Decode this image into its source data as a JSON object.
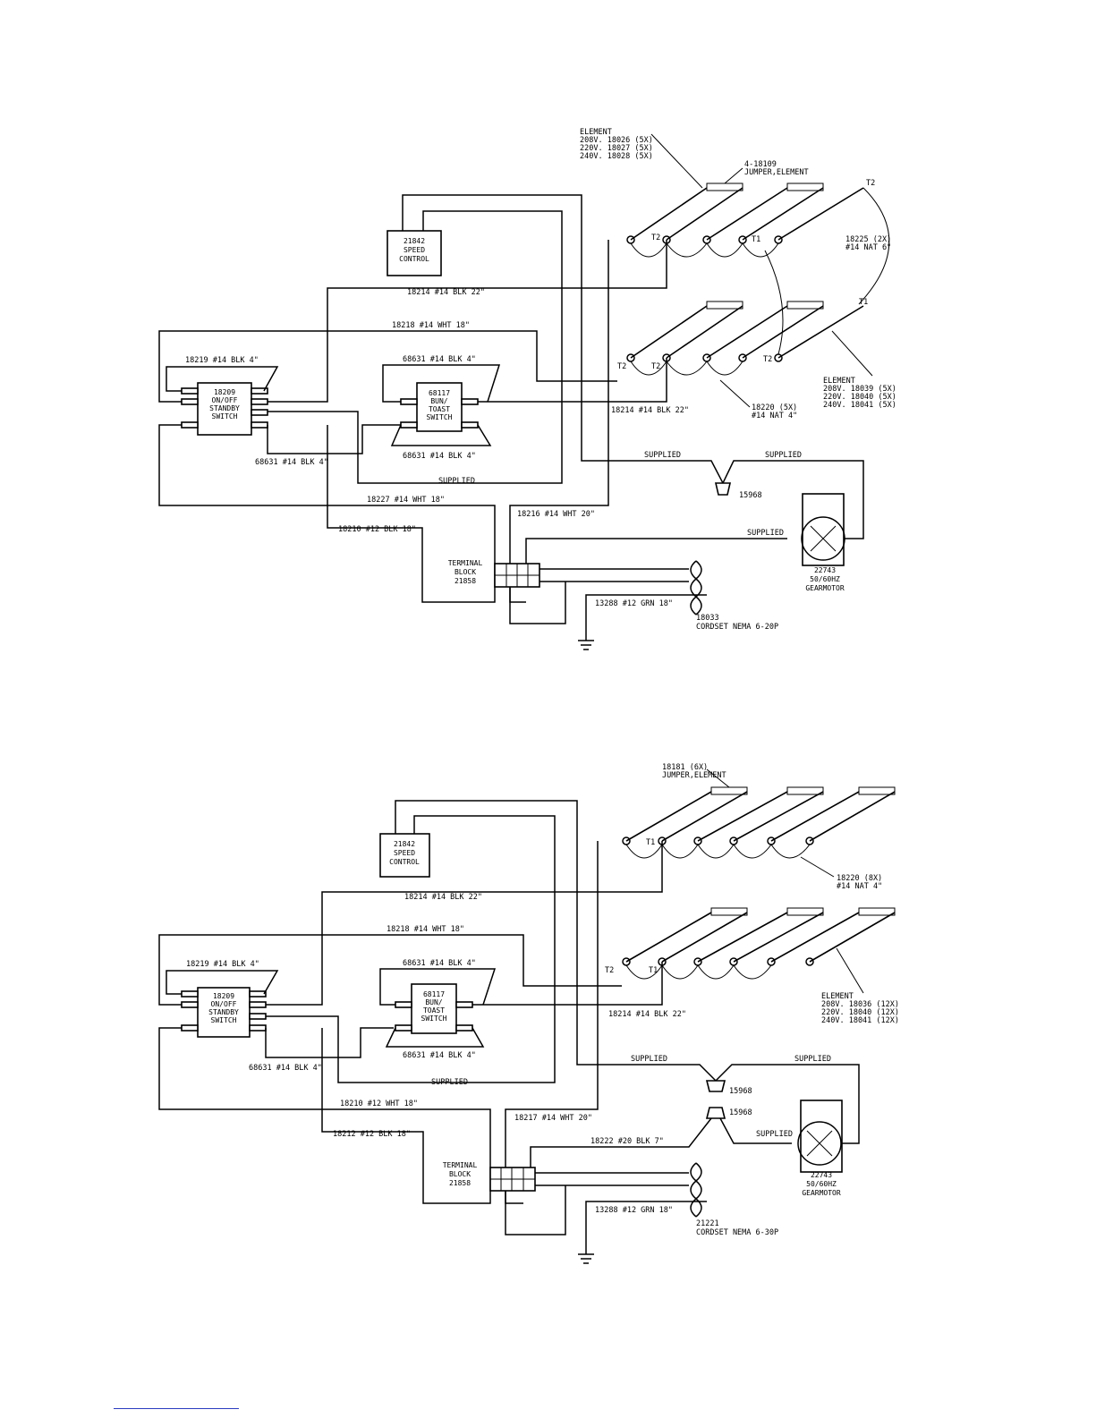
{
  "diagram_top": {
    "speed_control": "21842\nSPEED\nCONTROL",
    "onoff_switch": "18209\nON/OFF\nSTANDBY\nSWITCH",
    "bun_switch": "68117\nBUN/\nTOAST\nSWITCH",
    "terminal_block": "TERMINAL\nBLOCK\n21858",
    "gearmotor": "22743\n50/60HZ\nGEARMOTOR",
    "element_top": "ELEMENT\n208V. 18026 (5X)\n220V. 18027 (5X)\n240V. 18028 (5X)",
    "jumper": "4-18109\nJUMPER,ELEMENT",
    "wire_18225": "18225 (2X)\n#14 NAT 6\"",
    "element_bottom": "ELEMENT\n208V. 18039 (5X)\n220V. 18040 (5X)\n240V. 18041 (5X)",
    "wire_18220": "18220 (5X)\n#14 NAT 4\"",
    "w_18214_top": "18214 #14 BLK 22\"",
    "w_18218": "18218 #14 WHT 18\"",
    "w_18219": "18219 #14 BLK 4\"",
    "w_68631_a": "68631 #14 BLK 4\"",
    "w_68631_b": "68631 #14 BLK 4\"",
    "w_68631_c": "68631 #14 BLK 4\"",
    "w_18214_mid": "18214 #14 BLK 22\"",
    "w_18227": "18227 #14 WHT 18\"",
    "w_18216": "18216 #14 WHT 20\"",
    "w_18210": "18210 #12 BLK 18\"",
    "w_13288": "13288 #12 GRN 18\"",
    "supplied_1": "SUPPLIED",
    "supplied_2": "SUPPLIED",
    "supplied_3": "SUPPLIED",
    "supplied_4": "SUPPLIED",
    "connector": "15968",
    "cordset": "18033\nCORDSET NEMA 6-20P"
  },
  "diagram_bottom": {
    "speed_control": "21842\nSPEED\nCONTROL",
    "onoff_switch": "18209\nON/OFF\nSTANDBY\nSWITCH",
    "bun_switch": "68117\nBUN/\nTOAST\nSWITCH",
    "terminal_block": "TERMINAL\nBLOCK\n21858",
    "gearmotor": "22743\n50/60HZ\nGEARMOTOR",
    "jumper": "18181 (6X)\nJUMPER,ELEMENT",
    "wire_18220": "18220 (8X)\n#14 NAT 4\"",
    "element": "ELEMENT\n208V. 18036 (12X)\n220V. 18040 (12X)\n240V. 18041 (12X)",
    "w_18214_top": "18214 #14 BLK 22\"",
    "w_18218": "18218 #14 WHT 18\"",
    "w_18219": "18219 #14 BLK 4\"",
    "w_68631_a": "68631 #14 BLK 4\"",
    "w_68631_b": "68631 #14 BLK 4\"",
    "w_68631_c": "68631 #14 BLK 4\"",
    "w_18214_mid": "18214 #14 BLK 22\"",
    "w_18210": "18210 #12 WHT 18\"",
    "w_18217": "18217 #14 WHT 20\"",
    "w_18212": "18212 #12 BLK 18\"",
    "w_18222": "18222 #20 BLK 7\"",
    "w_13288": "13288 #12 GRN 18\"",
    "supplied_1": "SUPPLIED",
    "supplied_2": "SUPPLIED",
    "supplied_3": "SUPPLIED",
    "supplied_4": "SUPPLIED",
    "connector_1": "15968",
    "connector_2": "15968",
    "cordset": "21221\nCORDSET NEMA 6-30P"
  },
  "terminals": {
    "t1": "T1",
    "t2": "T2"
  }
}
